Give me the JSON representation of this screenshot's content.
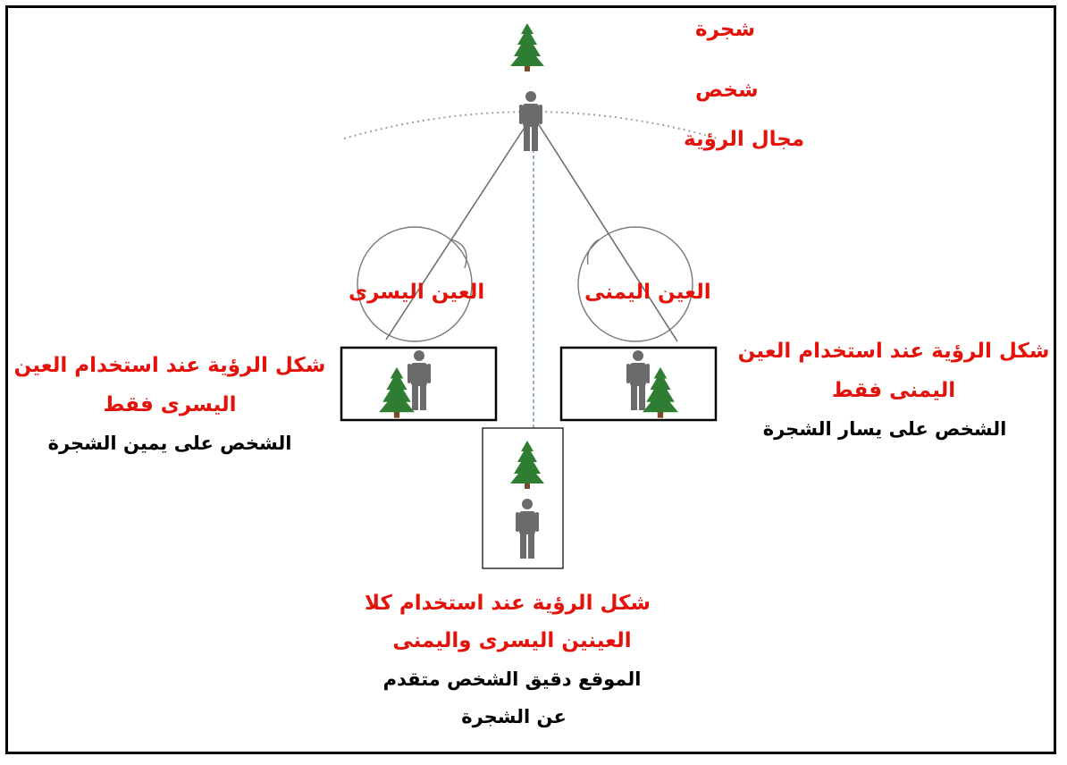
{
  "labels": {
    "tree": "شجرة",
    "person": "شخص",
    "field_of_view": "مجال الرؤية",
    "left_eye": "العين اليسرى",
    "right_eye": "العين اليمنى"
  },
  "left_view": {
    "title_line1": "شكل الرؤية عند استخدام العين",
    "title_line2": "اليسرى فقط",
    "caption": "الشخص على يمين الشجرة"
  },
  "right_view": {
    "title_line1": "شكل الرؤية عند استخدام العين",
    "title_line2": "اليمنى فقط",
    "caption": "الشخص على يسار الشجرة"
  },
  "both_view": {
    "title_line1": "شكل الرؤية عند استخدام  كلا",
    "title_line2": "العينين اليسرى واليمنى",
    "caption_line1": "الموقع دقيق الشخص متقدم",
    "caption_line2": "عن الشجرة"
  },
  "colors": {
    "red_text": "#e3120b",
    "tree_green": "#2f7d32",
    "person_gray": "#6b6b6b",
    "line_gray": "#6e6e6e",
    "dashed_blue": "#4a7fb5"
  },
  "icons": [
    "tree-icon",
    "person-icon"
  ]
}
